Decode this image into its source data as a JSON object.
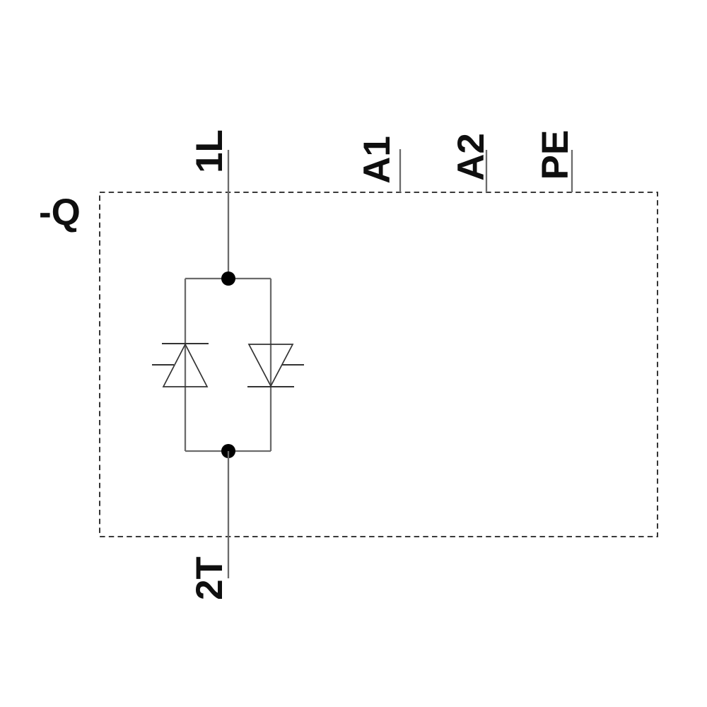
{
  "colors": {
    "background": "#ffffff",
    "border_color": "#1f1f1f",
    "wire_color": "#6b6b6b",
    "symbol_color": "#333333",
    "label_color": "#0f0f0f",
    "node_color": "#000000"
  },
  "diagram": {
    "designation": "-Q",
    "terminals": {
      "line_input": "1L",
      "load_output": "2T",
      "control_a1": "A1",
      "control_a2": "A2",
      "protective_earth": "PE"
    }
  }
}
